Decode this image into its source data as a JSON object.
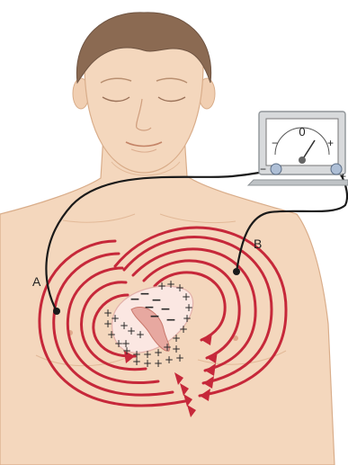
{
  "figure": {
    "meter": {
      "reading": "0",
      "minus_sign": "−",
      "plus_sign": "+",
      "terminal_minus": "−",
      "terminal_plus": "+"
    },
    "electrodes": {
      "a_label": "A",
      "b_label": "B"
    },
    "charges": {
      "positive": "+",
      "negative": "−"
    },
    "icons": [
      "galvanometer-icon",
      "electrode-icon",
      "heart-icon",
      "field-line-icon"
    ],
    "colors": {
      "skin": "#f4d7bd",
      "skin_outline": "#d9ad8a",
      "hair": "#8b6a52",
      "field_lines": "#c6283a",
      "wire": "#1a1a1a",
      "meter_body": "#d8dadc",
      "heart": "#e7a8a0"
    }
  }
}
